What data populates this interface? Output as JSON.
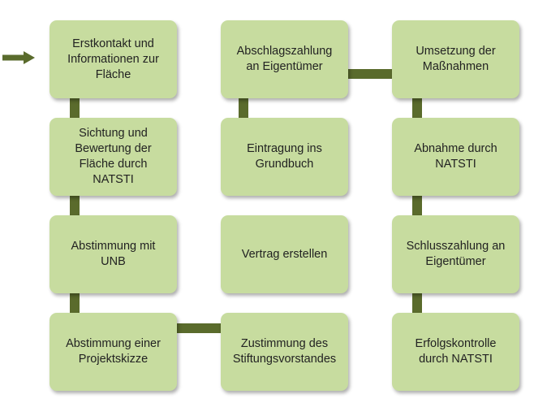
{
  "colors": {
    "box_fill": "#c7dc9f",
    "connector": "#5a6b2c",
    "text": "#222222",
    "background": "#ffffff"
  },
  "start_arrow_icon": "right-arrow-icon",
  "steps": [
    {
      "label": "Erstkontakt und\nInformationen zur\nFläche"
    },
    {
      "label": "Sichtung und\nBewertung der\nFläche durch\nNATSTI"
    },
    {
      "label": "Abstimmung mit\nUNB"
    },
    {
      "label": "Abstimmung einer\nProjektskizze"
    },
    {
      "label": "Zustimmung des\nStiftungsvorstandes"
    },
    {
      "label": "Vertrag erstellen"
    },
    {
      "label": "Eintragung ins\nGrundbuch"
    },
    {
      "label": "Abschlagszahlung\nan Eigentümer"
    },
    {
      "label": "Umsetzung der\nMaßnahmen"
    },
    {
      "label": "Abnahme durch\nNATSTI"
    },
    {
      "label": "Schlusszahlung an\nEigentümer"
    },
    {
      "label": "Erfolgskontrolle\ndurch NATSTI"
    }
  ]
}
